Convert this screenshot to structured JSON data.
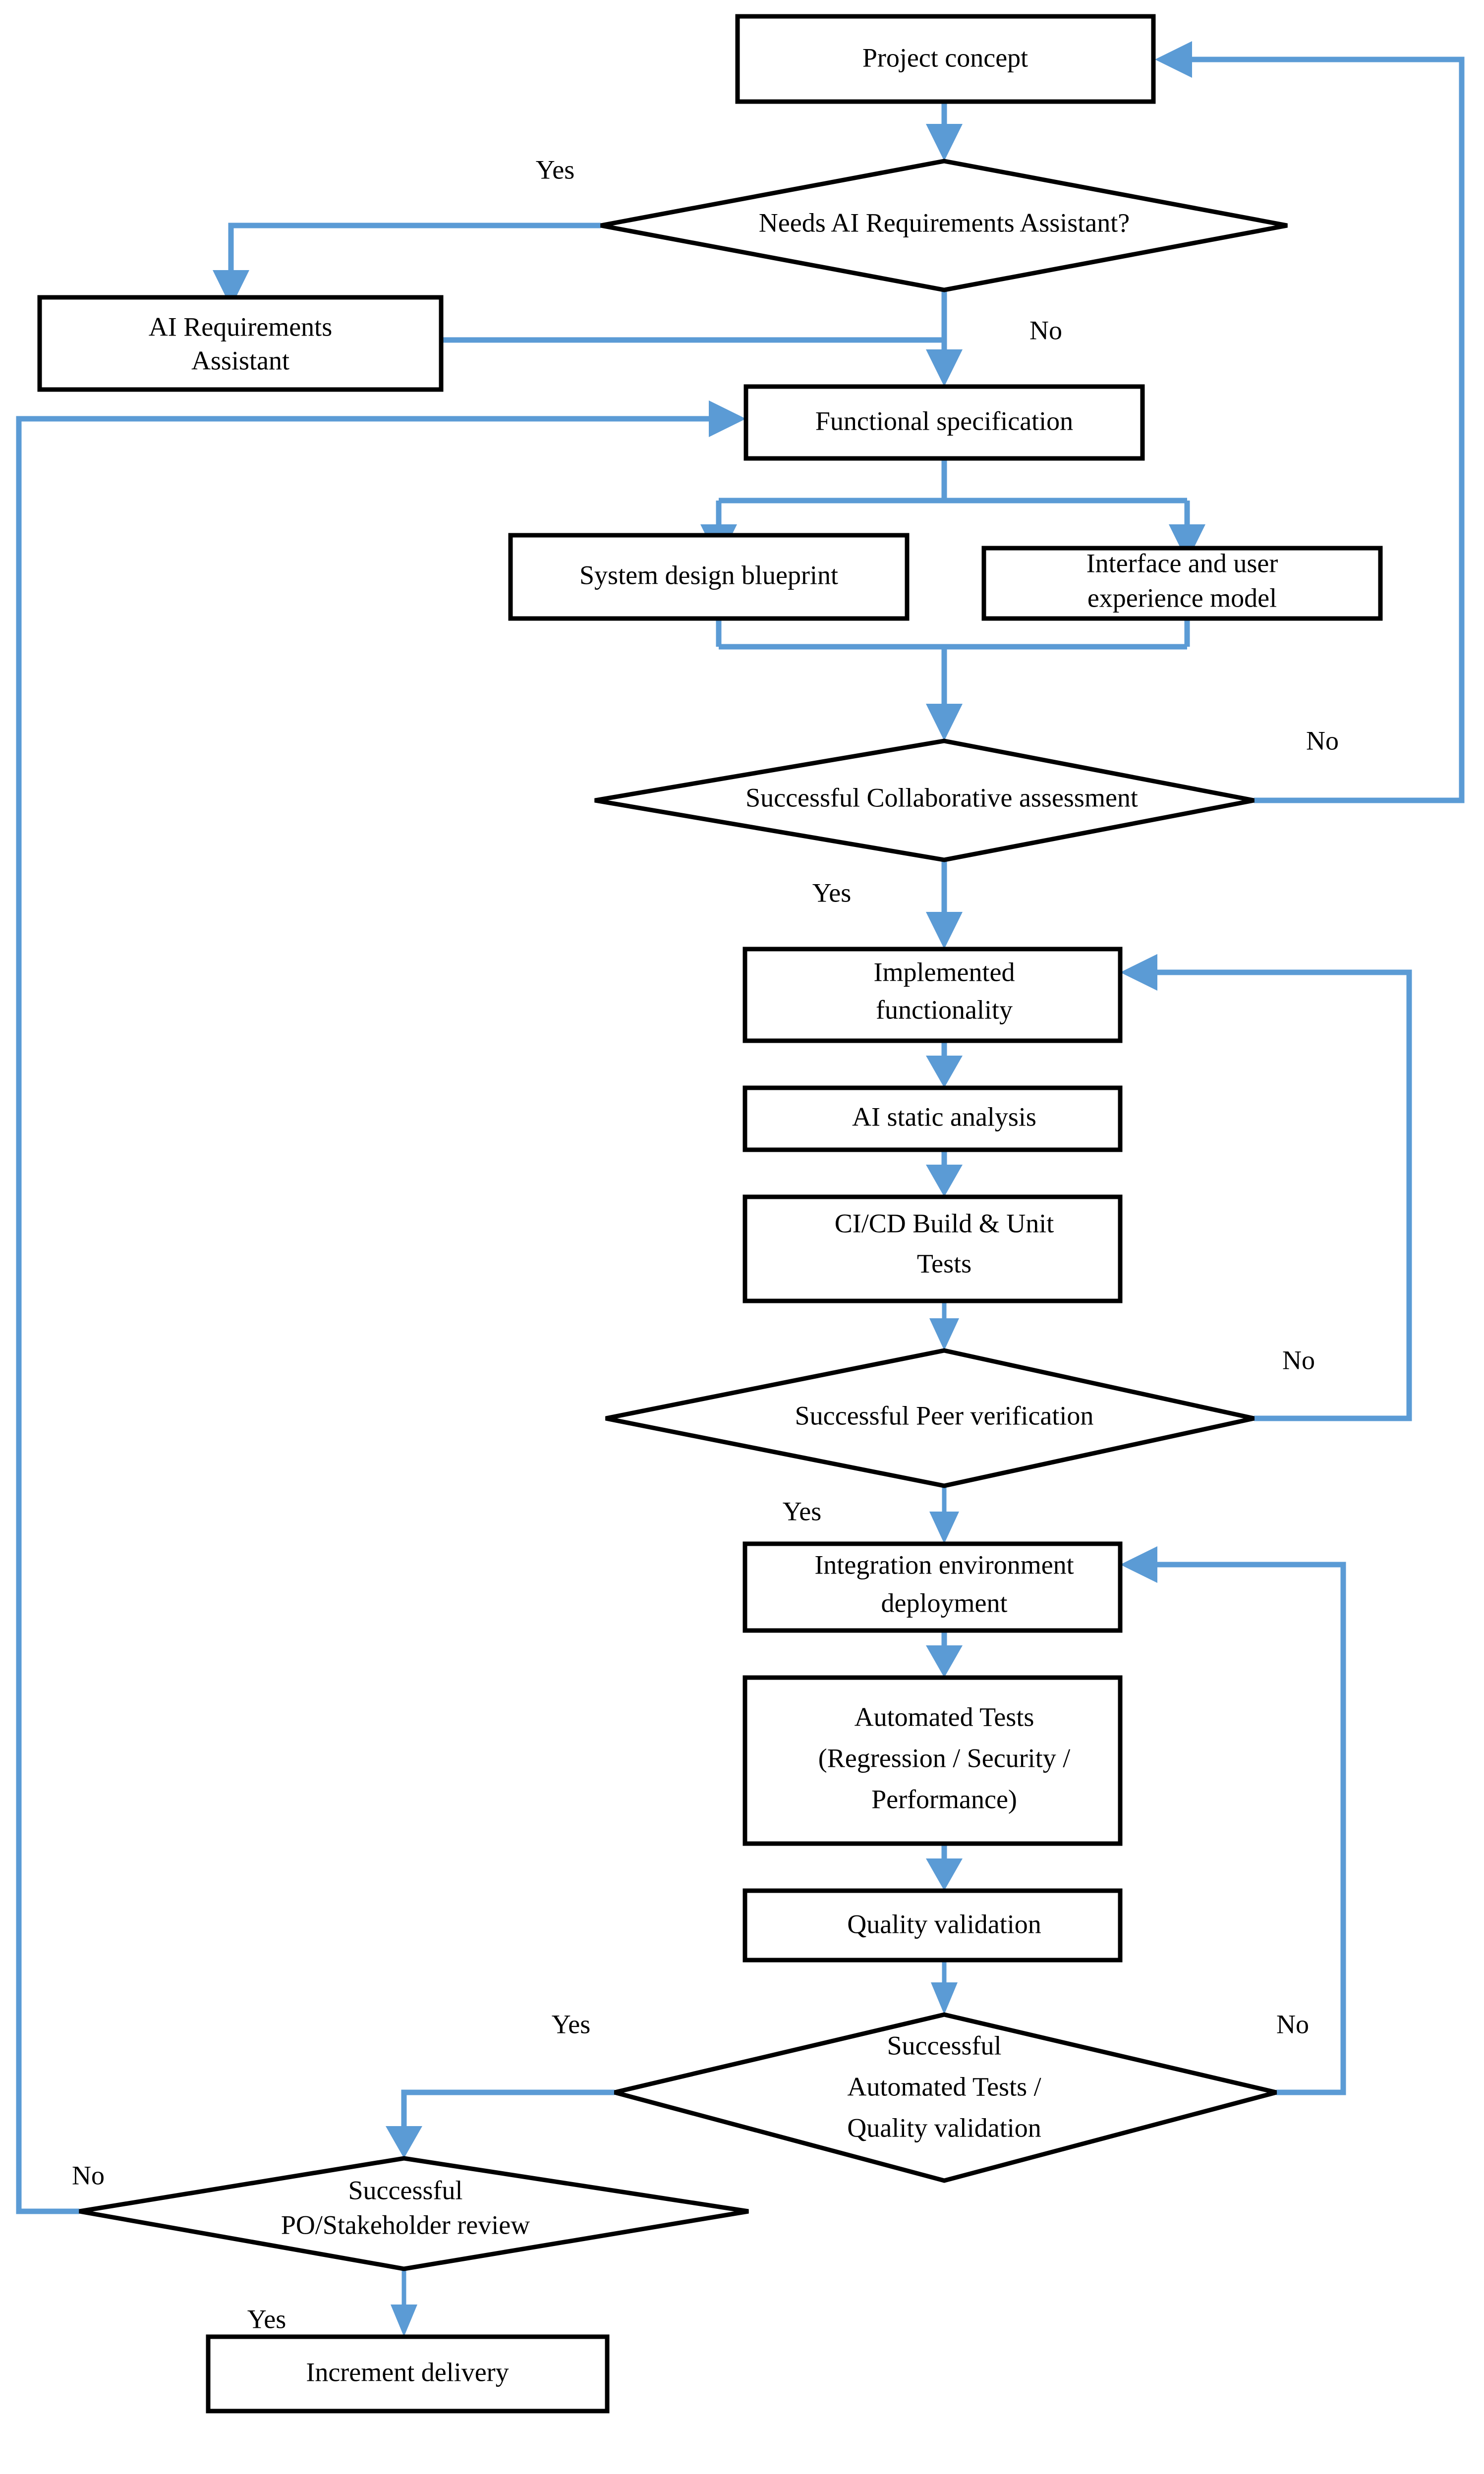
{
  "diagram": {
    "title": "AI-assisted software development lifecycle flowchart",
    "colors": {
      "edge": "#5B9BD5",
      "node_border": "#000000",
      "node_fill": "#ffffff",
      "text": "#000000"
    },
    "nodes": [
      {
        "id": "project-concept",
        "type": "process",
        "label": "Project concept"
      },
      {
        "id": "needs-ai-assistant",
        "type": "decision",
        "label": "Needs AI Requirements Assistant?"
      },
      {
        "id": "ai-requirements-assistant",
        "type": "process",
        "label_line1": "AI Requirements",
        "label_line2": "Assistant"
      },
      {
        "id": "functional-specification",
        "type": "process",
        "label": "Functional specification"
      },
      {
        "id": "system-design-blueprint",
        "type": "process",
        "label": "System design blueprint"
      },
      {
        "id": "interface-ux-model",
        "type": "process",
        "label_line1": "Interface and user",
        "label_line2": "experience model"
      },
      {
        "id": "collaborative-assessment",
        "type": "decision",
        "label": "Successful Collaborative assessment"
      },
      {
        "id": "implemented-functionality",
        "type": "process",
        "label_line1": "Implemented",
        "label_line2": "functionality"
      },
      {
        "id": "ai-static-analysis",
        "type": "process",
        "label": "AI static analysis"
      },
      {
        "id": "cicd-build-unit-tests",
        "type": "process",
        "label_line1": "CI/CD Build & Unit",
        "label_line2": "Tests"
      },
      {
        "id": "peer-verification",
        "type": "decision",
        "label": "Successful Peer verification"
      },
      {
        "id": "integration-deployment",
        "type": "process",
        "label_line1": "Integration environment",
        "label_line2": "deployment"
      },
      {
        "id": "automated-tests",
        "type": "process",
        "label_line1": "Automated Tests",
        "label_line2": "(Regression / Security /",
        "label_line3": "Performance)"
      },
      {
        "id": "quality-validation",
        "type": "process",
        "label": "Quality validation"
      },
      {
        "id": "automated-tests-decision",
        "type": "decision",
        "label_line1": "Successful",
        "label_line2": "Automated Tests /",
        "label_line3": "Quality validation"
      },
      {
        "id": "po-stakeholder-review",
        "type": "decision",
        "label_line1": "Successful",
        "label_line2": "PO/Stakeholder review"
      },
      {
        "id": "increment-delivery",
        "type": "process",
        "label": "Increment delivery"
      }
    ],
    "edge_labels": {
      "needs_ai_yes": "Yes",
      "needs_ai_no": "No",
      "collaborative_no": "No",
      "collaborative_yes": "Yes",
      "peer_no": "No",
      "peer_yes": "Yes",
      "automated_yes": "Yes",
      "automated_no": "No",
      "po_no": "No",
      "po_yes": "Yes"
    }
  }
}
